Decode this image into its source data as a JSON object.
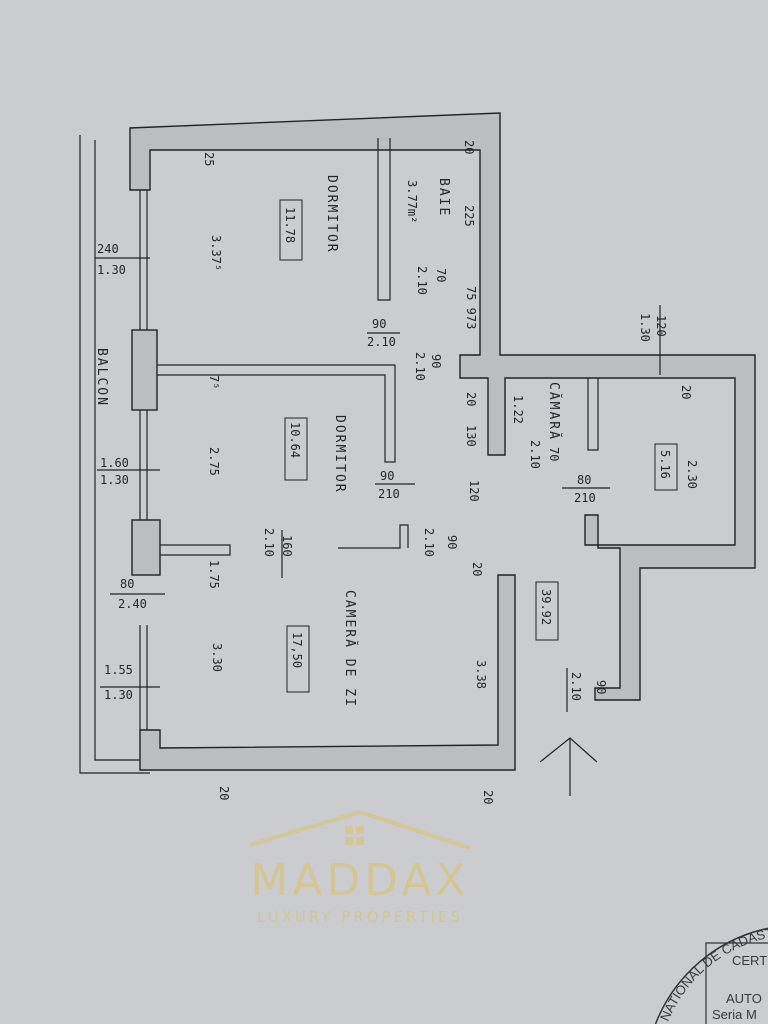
{
  "rooms": {
    "dormitor1": {
      "name": "DORMITOR",
      "area": "11.78",
      "width": "3.37⁵",
      "dim_25": "25"
    },
    "baie": {
      "name": "BAIE",
      "area": "3.77m²",
      "dim_20": "20",
      "dim_225": "225",
      "door_w": "70",
      "door_h": "2.10",
      "dim_975": "75 973"
    },
    "dormitor2": {
      "name": "DORMITOR",
      "area": "10.64",
      "dim_75": "7⁵",
      "width": "2.75",
      "door_w": "90",
      "door_h": "210"
    },
    "camara": {
      "name": "CĂMARĂ",
      "dim_122": "1.22",
      "door_w": "70",
      "door_h": "2.10"
    },
    "room_516": {
      "area": "5.16",
      "width": "2.30",
      "dim_20": "20",
      "door_w": "80",
      "door_h": "210"
    },
    "hol": {
      "area": "39.92",
      "dim_338": "3.38",
      "door_w": "90",
      "door_h": "2.10",
      "dim_120": "120",
      "dim_20": "20",
      "dim_20b": "20",
      "dim_130": "130",
      "door2_w": "90",
      "door2_h": "2.10",
      "door3_w": "90",
      "door3_h": "2.10"
    },
    "camera_de_zi": {
      "name": "CAMERĂ DE ZI",
      "area": "17,50",
      "width": "3.30",
      "dim_175": "1.75",
      "door_w": "160",
      "door_h": "2.10"
    },
    "balcon": {
      "name": "BALCON"
    }
  },
  "windows": [
    {
      "w": "240",
      "h": "1.30"
    },
    {
      "w": "1.60",
      "h": "1.30"
    },
    {
      "w": "80",
      "h": "2.40"
    },
    {
      "w": "1.55",
      "h": "1.30"
    },
    {
      "w": "120",
      "h": "1.30"
    }
  ],
  "dormitor_door": {
    "w": "90",
    "h": "2.10"
  },
  "bottom_dims": [
    "20",
    "20"
  ],
  "north_arrow": "arrow-up",
  "watermark": {
    "brand": "MADDAX",
    "tagline": "LUXURY PROPERTIES",
    "color": "#d9c37e"
  },
  "stamp": {
    "ring": "NATIONAL DE CADAST",
    "line1": "CERT",
    "line2": "AUTO",
    "line3": "Seria M"
  }
}
